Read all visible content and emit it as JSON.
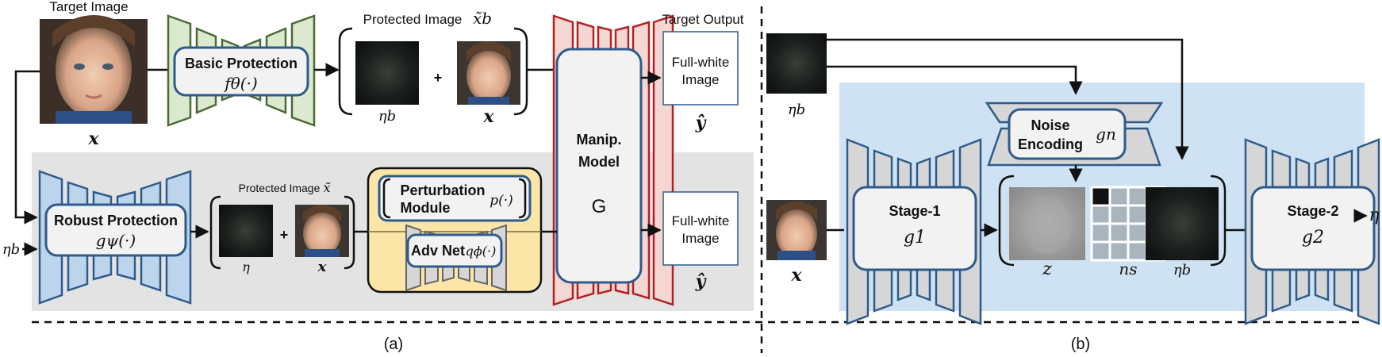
{
  "colors": {
    "green_fill": "#dbe9cf",
    "green_stroke": "#4d6b35",
    "blue_fill": "#bcd4ec",
    "blue_stroke": "#2f5b8b",
    "red_fill": "#f4d6d3",
    "red_stroke": "#b22222",
    "gray_panel": "#e3e3e3",
    "blue_panel": "#cfe2f3",
    "yellow_box": "#fbe6a8",
    "module_box": "#f2f2f2",
    "node_stroke": "#2f5b8b"
  },
  "panel_a": {
    "caption": "(a)",
    "target_image_label": "Target Image",
    "target_image_var": "x",
    "basic_protection": {
      "title": "Basic Protection",
      "func": "fθ(·)"
    },
    "protected_image_label": "Protected Image",
    "protected_image_var": "x̃b",
    "noise_var_top": "ηb",
    "image_var_top": "x",
    "plus": "+",
    "manip_model": {
      "line1": "Manip.",
      "line2": "Model",
      "var": "G"
    },
    "target_output_label": "Target Output",
    "output_top": {
      "line1": "Full-white",
      "line2": "Image",
      "var": "ŷ"
    },
    "robust_protection": {
      "title": "Robust Protection",
      "func": "gψ(·)"
    },
    "eta_b_input": "ηb",
    "protected_image_label_small": "Protected Image",
    "protected_image_var_small": "x̃",
    "noise_var_bottom": "η",
    "image_var_bottom": "x",
    "perturbation": {
      "line1": "Perturbation",
      "line2": "Module",
      "func": "p(·)"
    },
    "adv_net": {
      "title": "Adv Net",
      "func": "qϕ(·)"
    },
    "output_bottom": {
      "line1": "Full-white",
      "line2": "Image",
      "var": "ŷ"
    }
  },
  "panel_b": {
    "caption": "(b)",
    "eta_b_top": "ηb",
    "noise_encoding": {
      "line1": "Noise",
      "line2": "Encoding",
      "func": "gn"
    },
    "x_input": "x",
    "stage1": {
      "title": "Stage-1",
      "func": "g1"
    },
    "z_label": "z",
    "ns_label": "ns",
    "eta_b_right": "ηb",
    "stage2": {
      "title": "Stage-2",
      "func": "g2"
    },
    "eta_out": "η"
  }
}
